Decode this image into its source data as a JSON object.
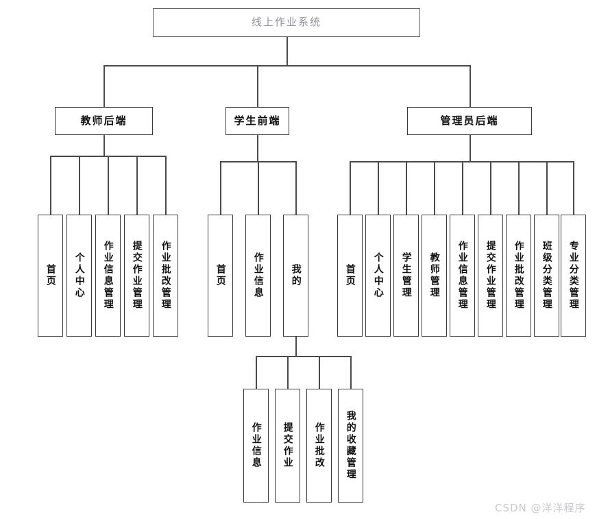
{
  "diagram": {
    "title": "线上作业系统",
    "root": {
      "label": "线上作业系统"
    },
    "branches": [
      {
        "key": "teacher",
        "label": "教师后端",
        "children": [
          {
            "label": "首页"
          },
          {
            "label": "个人中心"
          },
          {
            "label": "作业信息管理"
          },
          {
            "label": "提交作业管理"
          },
          {
            "label": "作业批改管理"
          }
        ]
      },
      {
        "key": "student",
        "label": "学生前端",
        "children": [
          {
            "label": "首页"
          },
          {
            "label": "作业信息"
          },
          {
            "label": "我的"
          }
        ]
      },
      {
        "key": "admin",
        "label": "管理员后端",
        "children": [
          {
            "label": "首页"
          },
          {
            "label": "个人中心"
          },
          {
            "label": "学生管理"
          },
          {
            "label": "教师管理"
          },
          {
            "label": "作业信息管理"
          },
          {
            "label": "提交作业管理"
          },
          {
            "label": "作业批改管理"
          },
          {
            "label": "班级分类管理"
          },
          {
            "label": "专业分类管理"
          }
        ]
      }
    ],
    "sub_branch": {
      "key": "student-mine",
      "parent_label": "我的",
      "children": [
        {
          "label": "作业信息"
        },
        {
          "label": "提交作业"
        },
        {
          "label": "作业批改"
        },
        {
          "label": "我的收藏管理"
        }
      ]
    },
    "watermark": "CSDN @洋洋程序",
    "colors": {
      "box_border": "#3a3a3a",
      "root_border": "#5e5e6b",
      "root_text": "#8f8f9e",
      "line": "#4a4a4a",
      "text": "#101010",
      "watermark": "#c9c9cf",
      "background": "#ffffff"
    }
  }
}
